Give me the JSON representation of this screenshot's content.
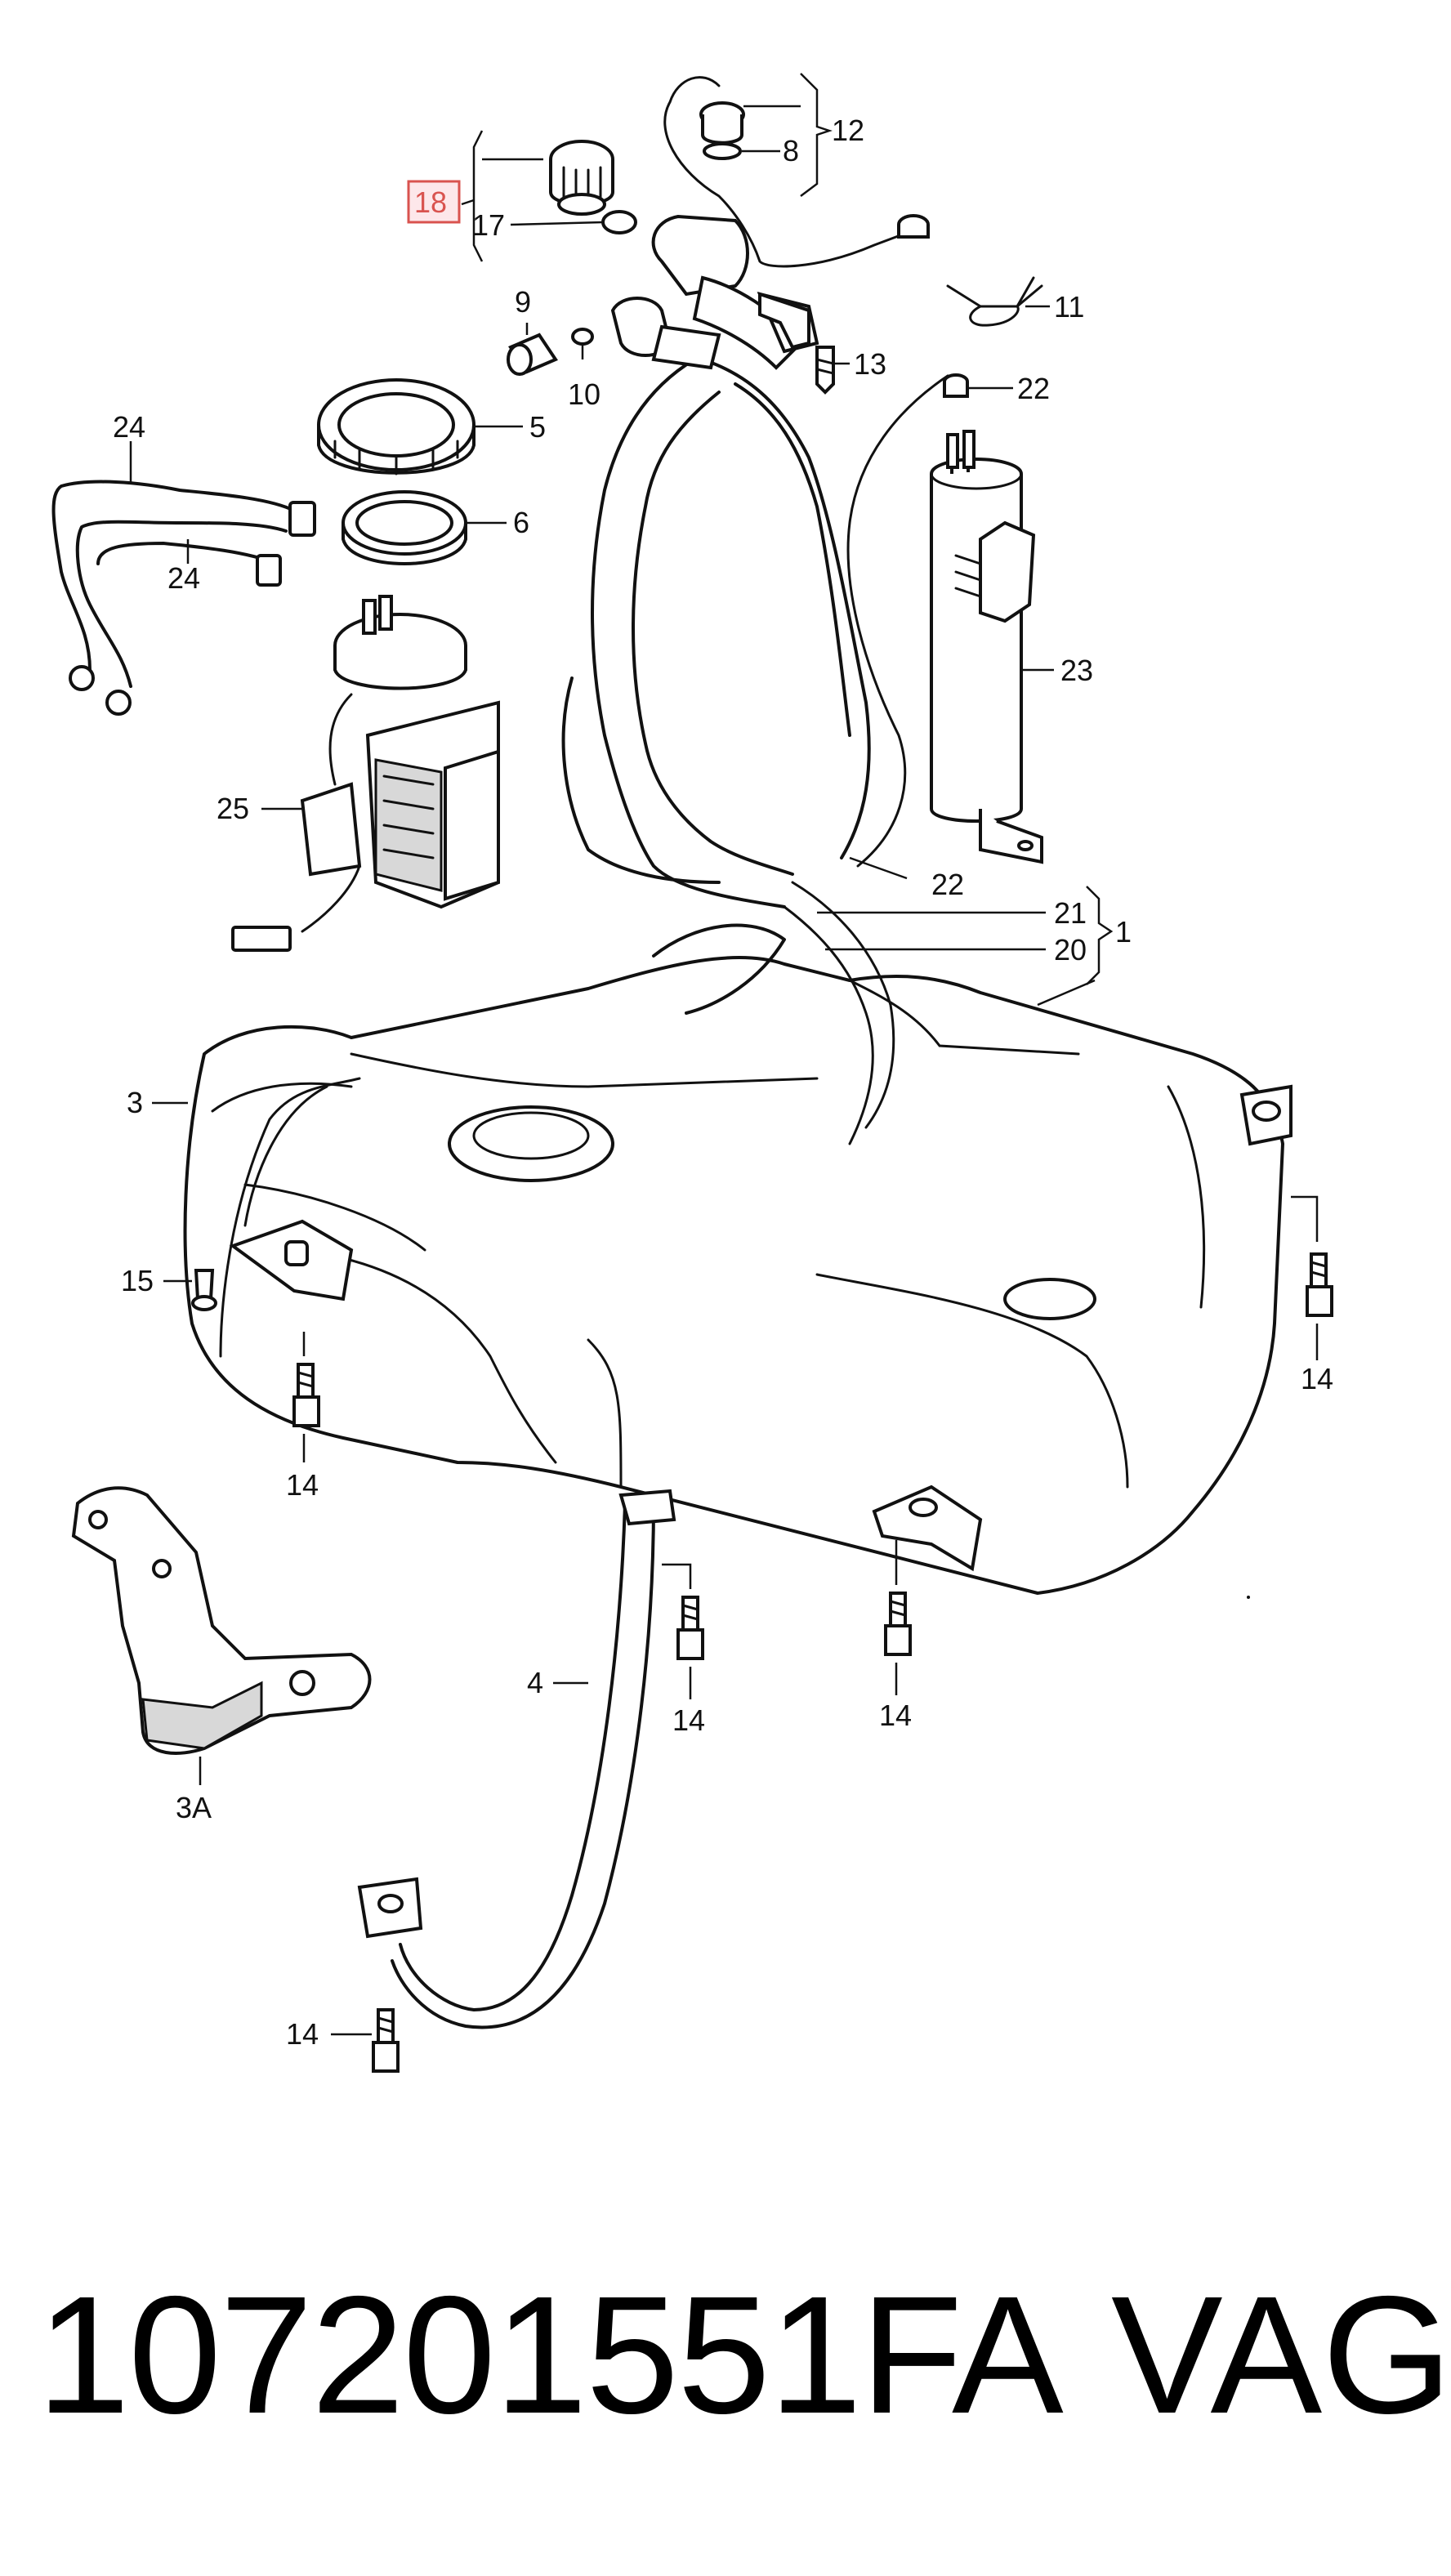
{
  "callouts": {
    "c18": "18",
    "c17": "17",
    "c12": "12",
    "c8": "8",
    "c9": "9",
    "c10": "10",
    "c11": "11",
    "c13": "13",
    "c22a": "22",
    "c24a": "24",
    "c24b": "24",
    "c5": "5",
    "c6": "6",
    "c23": "23",
    "c25": "25",
    "c22b": "22",
    "c21": "21",
    "c20": "20",
    "c1": "1",
    "c3": "3",
    "c15": "15",
    "c14a": "14",
    "c14b": "14",
    "c14c": "14",
    "c14d": "14",
    "c14e": "14",
    "c3A": "3A",
    "c4": "4"
  },
  "highlight_color": "#d9534f",
  "footer": {
    "part_number": "107201551FA",
    "brand": "VAG"
  }
}
